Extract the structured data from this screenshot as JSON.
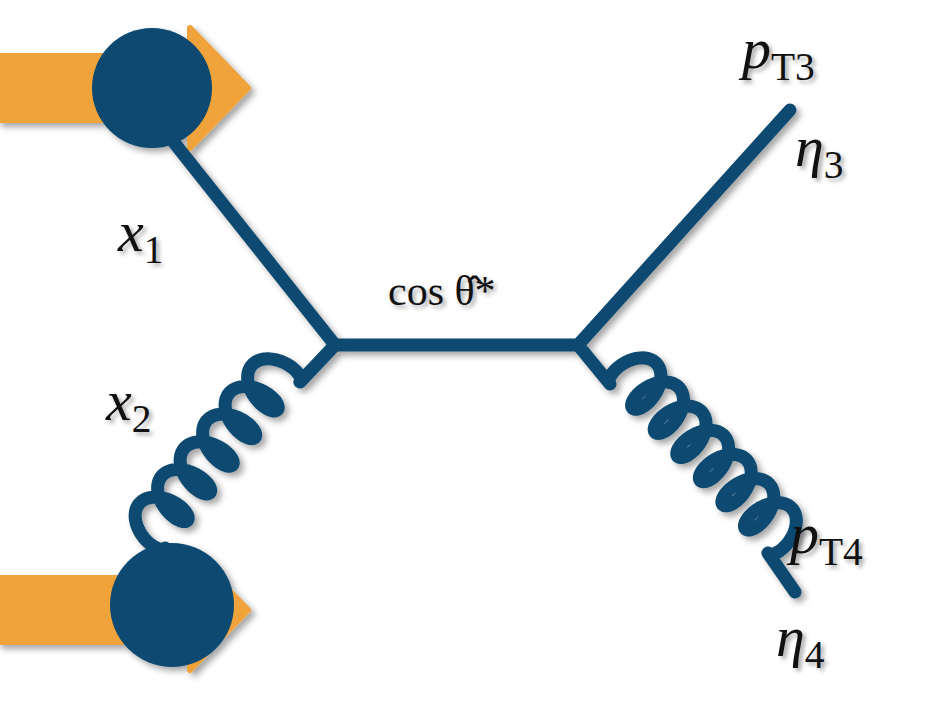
{
  "diagram": {
    "labels": [
      "pT3",
      "η3",
      "x1",
      "cos θ̂*",
      "x2",
      "pT4",
      "η4"
    ]
  }
}
